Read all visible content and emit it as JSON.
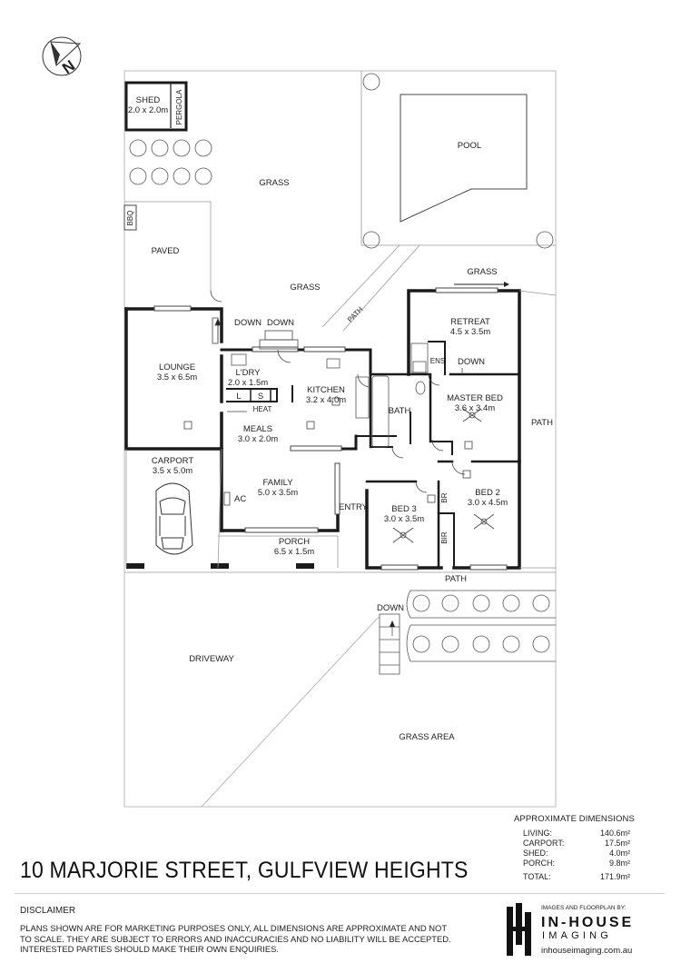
{
  "compass": {
    "north_letter": "N"
  },
  "rooms": [
    {
      "id": "shed",
      "name": "SHED",
      "dims": "2.0 x 2.0m"
    },
    {
      "id": "lounge",
      "name": "LOUNGE",
      "dims": "3.5 x 6.5m"
    },
    {
      "id": "laundry",
      "name": "L'DRY",
      "dims": "2.0 x 1.5m"
    },
    {
      "id": "kitchen",
      "name": "KITCHEN",
      "dims": "3.2 x 4.0m"
    },
    {
      "id": "meals",
      "name": "MEALS",
      "dims": "3.0 x 2.0m"
    },
    {
      "id": "family",
      "name": "FAMILY",
      "dims": "5.0 x 3.5m"
    },
    {
      "id": "carport",
      "name": "CARPORT",
      "dims": "3.5 x 5.0m"
    },
    {
      "id": "porch",
      "name": "PORCH",
      "dims": "6.5 x 1.5m"
    },
    {
      "id": "retreat",
      "name": "RETREAT",
      "dims": "4.5 x 3.5m"
    },
    {
      "id": "master_bed",
      "name": "MASTER BED",
      "dims": "3.6 x 3.4m"
    },
    {
      "id": "bed2",
      "name": "BED 2",
      "dims": "3.0 x 4.5m"
    },
    {
      "id": "bed3",
      "name": "BED 3",
      "dims": "3.0 x 3.5m"
    }
  ],
  "labels": {
    "pergola": "PERGOLA",
    "bbq": "BBQ",
    "paved": "PAVED",
    "grass": "GRASS",
    "pool": "POOL",
    "path": "PATH",
    "down": "DOWN",
    "heat": "HEAT",
    "l": "L",
    "s": "S",
    "ac": "AC",
    "entry": "ENTRY",
    "bath": "BATH",
    "ens": "ENS",
    "br": "BR",
    "bir": "BIR",
    "driveway": "DRIVEWAY",
    "grass_area": "GRASS AREA"
  },
  "address": "10 MARJORIE STREET, GULFVIEW HEIGHTS",
  "dimensions": {
    "title": "APPROXIMATE DIMENSIONS",
    "rows": [
      {
        "label": "LIVING:",
        "value": "140.6m²"
      },
      {
        "label": "CARPORT:",
        "value": "17.5m²"
      },
      {
        "label": "SHED:",
        "value": "4.0m²"
      },
      {
        "label": "PORCH:",
        "value": "9.8m²"
      }
    ],
    "total": {
      "label": "TOTAL:",
      "value": "171.9m²"
    }
  },
  "disclaimer": {
    "title": "DISCLAIMER",
    "body": "PLANS SHOWN ARE FOR MARKETING PURPOSES ONLY, ALL DIMENSIONS ARE APPROXIMATE AND NOT TO SCALE. THEY ARE SUBJECT TO ERRORS AND INACCURACIES AND NO LIABILITY WILL BE ACCEPTED. INTERESTED PARTIES SHOULD MAKE THEIR OWN ENQUIRIES."
  },
  "brand": {
    "credit": "IMAGES AND FLOORPLAN BY:",
    "name": "IN-HOUSE",
    "sub": "IMAGING",
    "url": "inhouseimaging.com.au"
  }
}
